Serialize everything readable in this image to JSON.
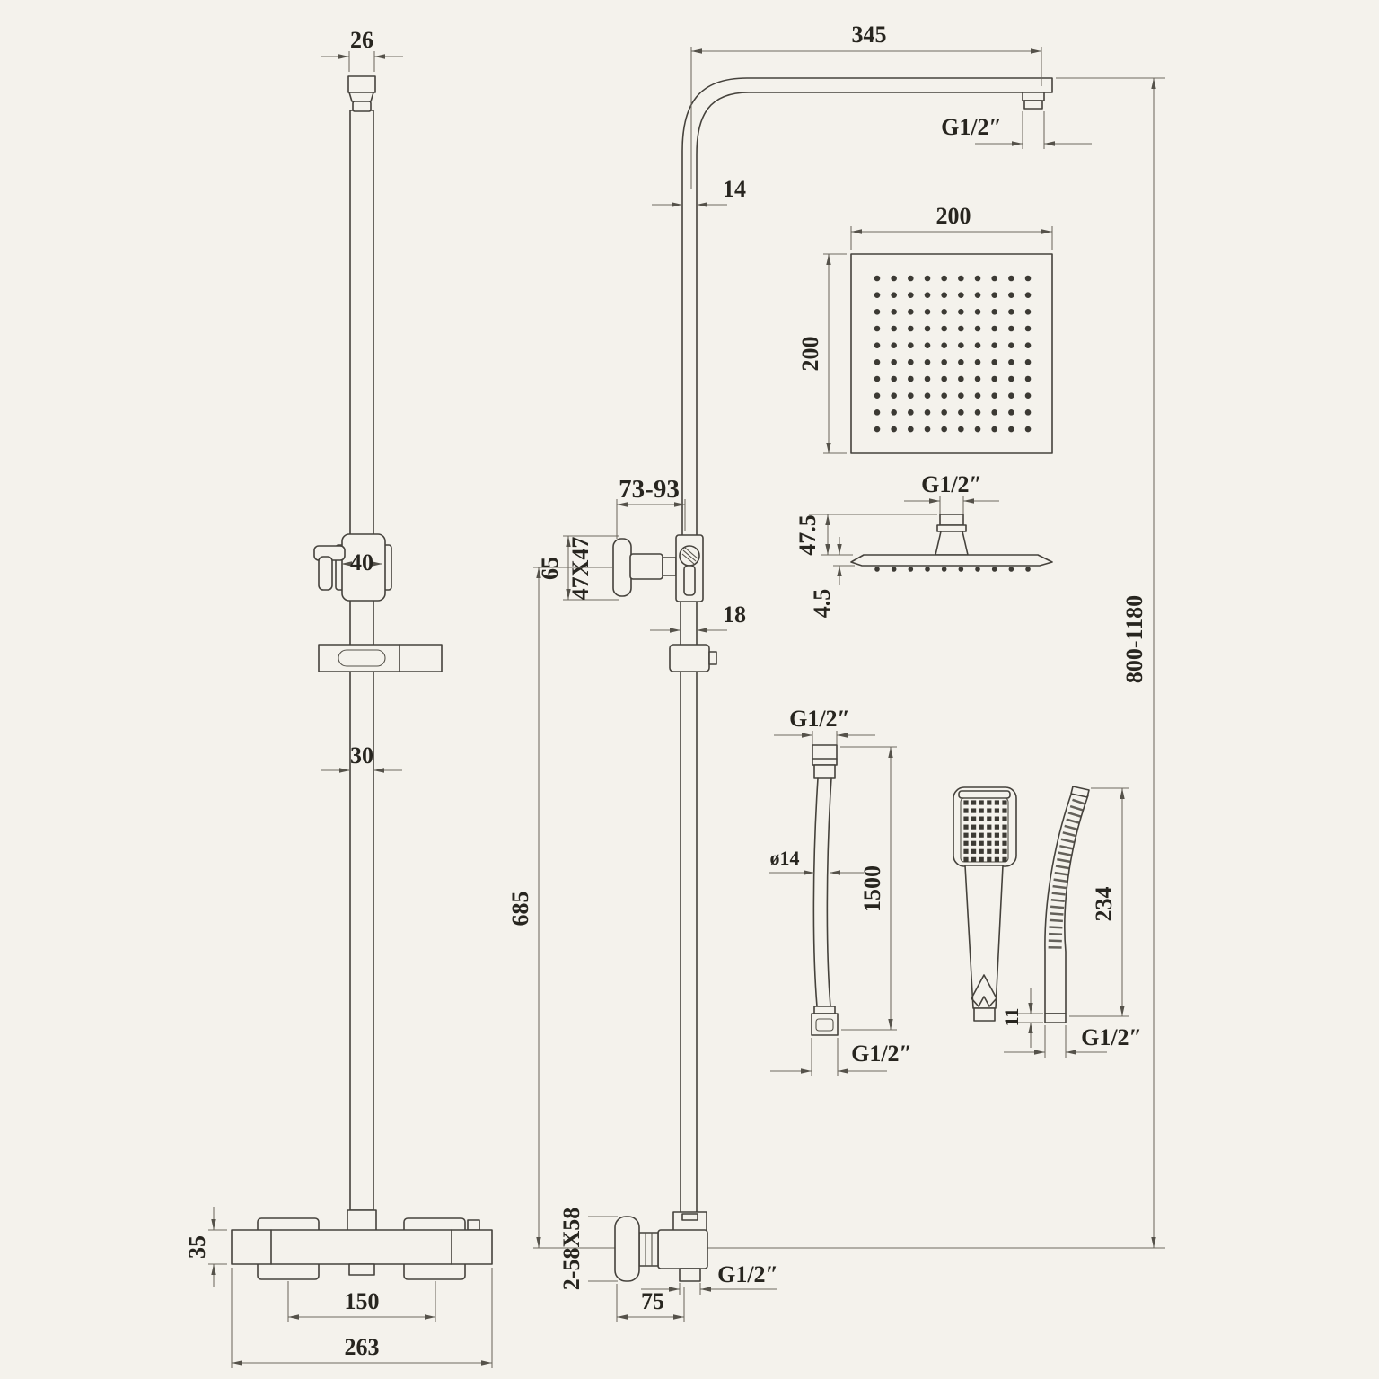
{
  "drawing": {
    "type": "shower-system-technical-drawing",
    "colors": {
      "background": "#f4f2ec",
      "line": "#45423c",
      "dimension": "#6e6a60",
      "text": "#27251f"
    },
    "dims": {
      "pole_top_width": "26",
      "slider_width": "40",
      "pole_width": "30",
      "valve_body_height": "35",
      "handle_spacing": "150",
      "valve_width": "263",
      "arm_length": "345",
      "pipe_width": "14",
      "thread": "G1/2″",
      "bracket_adjust": "73-93",
      "bracket_height": "65",
      "bracket_face": "47X47",
      "lower_pipe_width": "18",
      "pipe_length": "685",
      "escutcheon": "2-58X58",
      "valve_depth": "75",
      "column_height": "800-1180",
      "head_width": "200",
      "head_height": "200",
      "head_conn_height": "47.5",
      "head_thickness": "4.5",
      "hose_diameter": "ø14",
      "hose_length": "1500",
      "handset_length": "234",
      "handset_outlet": "11"
    },
    "grids": {
      "head_face": {
        "rows": 10,
        "cols": 10
      },
      "handset_face": {
        "rows": 8,
        "cols": 6
      },
      "head_nozzles": {
        "rows": 1,
        "cols": 10
      }
    }
  }
}
